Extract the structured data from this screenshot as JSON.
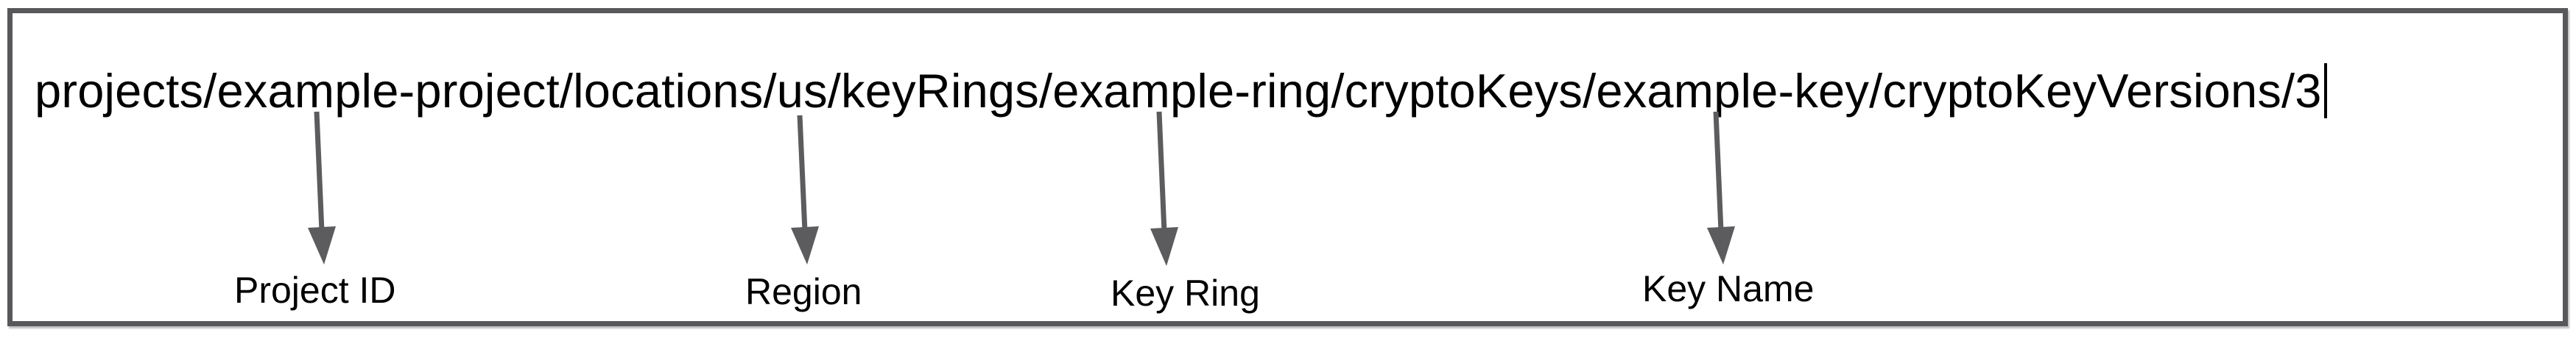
{
  "diagram": {
    "resource_path": "projects/example-project/locations/us/keyRings/example-ring/cryptoKeys/example-key/cryptoKeyVersions/3",
    "annotations": [
      {
        "label": "Project ID",
        "points_to": "example-project"
      },
      {
        "label": "Region",
        "points_to": "us"
      },
      {
        "label": "Key Ring",
        "points_to": "example-ring"
      },
      {
        "label": "Key Name",
        "points_to": "example-key"
      }
    ]
  },
  "colors": {
    "border_gray": "#58585a",
    "arrow_gray": "#5c5c5e",
    "text_black": "#000000",
    "background": "#ffffff"
  }
}
